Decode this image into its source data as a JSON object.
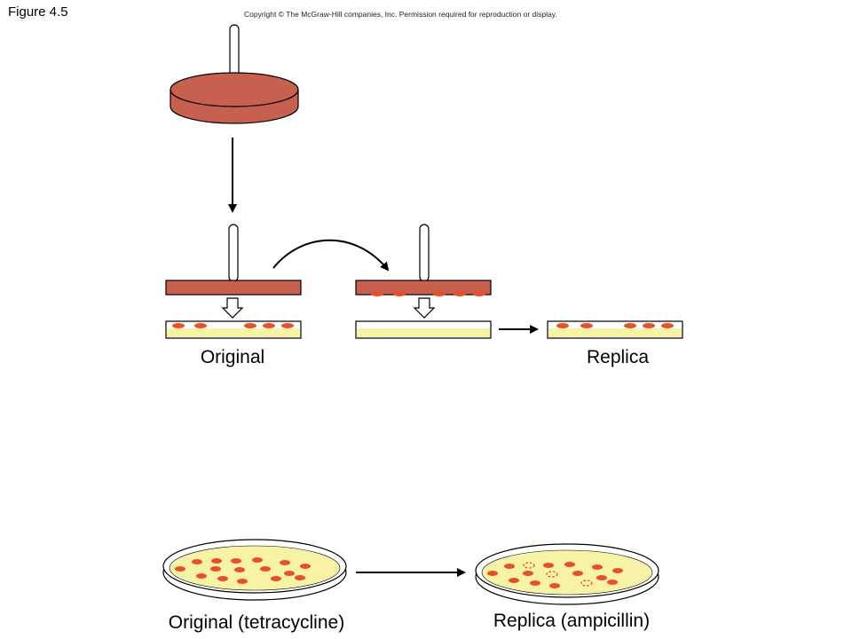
{
  "header": {
    "figure_label": "Figure 4.5",
    "copyright": "Copyright © The McGraw-Hill companies, Inc. Permission required for reproduction or display."
  },
  "labels": {
    "original": "Original",
    "replica": "Replica",
    "original_tetracycline": "Original (tetracycline)",
    "replica_ampicillin": "Replica (ampicillin)"
  },
  "colors": {
    "velvet": "#c8604f",
    "agar": "#f7f3a6",
    "colony": "#e8502a",
    "outline": "#000000",
    "arrow": "#000000"
  }
}
